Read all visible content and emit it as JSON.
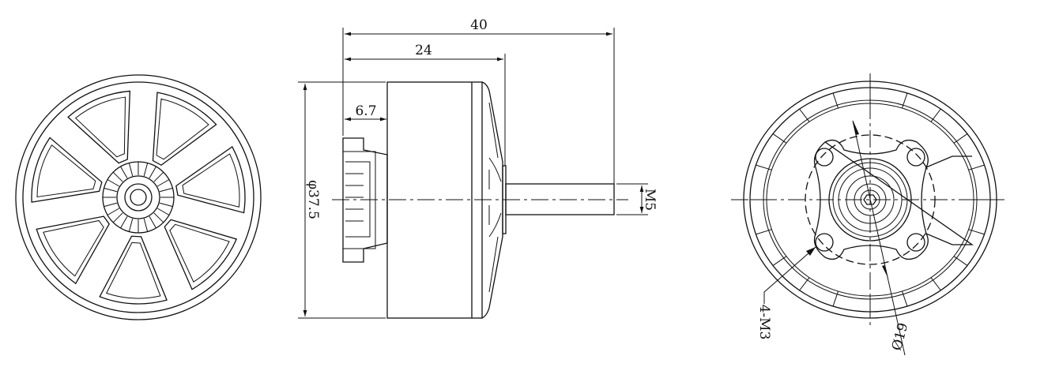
{
  "dimensions": {
    "overall_length": "40",
    "body_length": "24",
    "base_length": "6.7",
    "body_diameter": "φ37.5",
    "shaft_thread": "M5",
    "mount_holes": "4-M3",
    "mount_circle": "Ø19"
  },
  "line_color": "#111111"
}
